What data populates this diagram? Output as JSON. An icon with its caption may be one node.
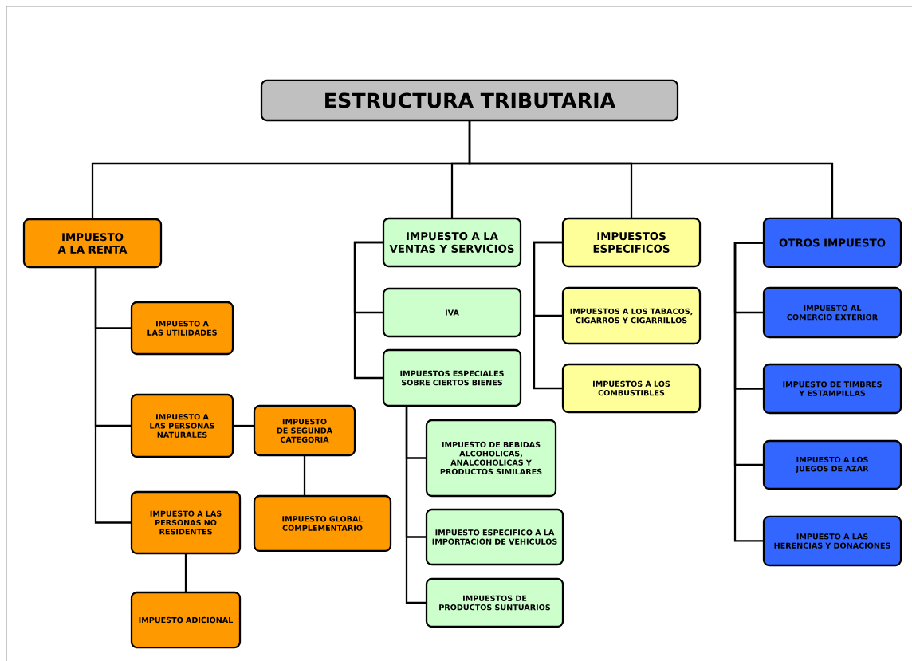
{
  "diagram": {
    "nodes": [
      {
        "text": [
          "ESTRUCTURA TRIBUTARIA"
        ]
      },
      {
        "text": [
          "IMPUESTO A LA RENTA"
        ]
      },
      {
        "text": [
          "IMPUESTO A LAS UTILIDADES"
        ]
      },
      {
        "text": [
          "IMPUESTO A LAS PERSONAS NATURALES"
        ]
      },
      {
        "text": [
          "IMPUESTO DE SEGUNDA CATEGORIA"
        ]
      },
      {
        "text": [
          "IMPUESTO GLOBAL COMPLEMENTARIO"
        ]
      },
      {
        "text": [
          "IMPUESTO A LAS PERSONAS NO RESIDENTES"
        ]
      },
      {
        "text": [
          "IMPUESTO ADICIONAL"
        ]
      },
      {
        "text": [
          "IMPUESTO A LA VENTAS Y SERVICIOS"
        ]
      },
      {
        "text": [
          "IVA"
        ]
      },
      {
        "text": [
          "IMPUESTOS ESPECIALES SOBRE CIERTOS BIENES"
        ]
      },
      {
        "text": [
          "IMPUESTO DE BEBIDAS ALCOHOLICAS, ANALCOHOLICAS Y PRODUCTOS SIMILARES"
        ]
      },
      {
        "text": [
          "IMPUESTO ESPECIFICO A LA IMPORTACION DE VEHICULOS"
        ]
      },
      {
        "text": [
          "IMPUESTOS DE PRODUCTOS SUNTUARIOS"
        ]
      },
      {
        "text": [
          "IMPUESTOS ESPECIFICOS"
        ]
      },
      {
        "text": [
          "IMPUESTOS A LOS TABACOS, CIGARROS Y CIGARRILLOS"
        ]
      },
      {
        "text": [
          "IMPUESTOS A LOS COMBUSTIBLES"
        ]
      },
      {
        "text": [
          "OTROS IMPUESTO"
        ]
      },
      {
        "text": [
          "IMPUESTO AL COMERCIO EXTERIOR"
        ]
      },
      {
        "text": [
          "IMPUESTO DE TIMBRES Y ESTAMPILLAS"
        ]
      },
      {
        "text": [
          "IMPUESTO A LOS JUEGOS DE AZAR"
        ]
      },
      {
        "text": [
          "IMPUESTO A LAS HERENCIAS Y DONACIONES"
        ]
      }
    ],
    "edges": [
      {
        "from": 0,
        "to": 1,
        "arrow": "none"
      },
      {
        "from": 0,
        "to": 8,
        "arrow": "none"
      },
      {
        "from": 0,
        "to": 14,
        "arrow": "none"
      },
      {
        "from": 0,
        "to": 17,
        "arrow": "none"
      },
      {
        "from": 1,
        "to": 2,
        "arrow": "none"
      },
      {
        "from": 1,
        "to": 3,
        "arrow": "none"
      },
      {
        "from": 1,
        "to": 6,
        "arrow": "none"
      },
      {
        "from": 3,
        "to": 4,
        "arrow": "none"
      },
      {
        "from": 4,
        "to": 5,
        "arrow": "none"
      },
      {
        "from": 6,
        "to": 7,
        "arrow": "none"
      },
      {
        "from": 8,
        "to": 9,
        "arrow": "none"
      },
      {
        "from": 8,
        "to": 10,
        "arrow": "none"
      },
      {
        "from": 10,
        "to": 11,
        "arrow": "none"
      },
      {
        "from": 10,
        "to": 12,
        "arrow": "none"
      },
      {
        "from": 10,
        "to": 13,
        "arrow": "none"
      },
      {
        "from": 14,
        "to": 15,
        "arrow": "none"
      },
      {
        "from": 14,
        "to": 16,
        "arrow": "none"
      },
      {
        "from": 17,
        "to": 18,
        "arrow": "none"
      },
      {
        "from": 17,
        "to": 19,
        "arrow": "none"
      },
      {
        "from": 17,
        "to": 20,
        "arrow": "none"
      },
      {
        "from": 17,
        "to": 21,
        "arrow": "none"
      }
    ]
  }
}
